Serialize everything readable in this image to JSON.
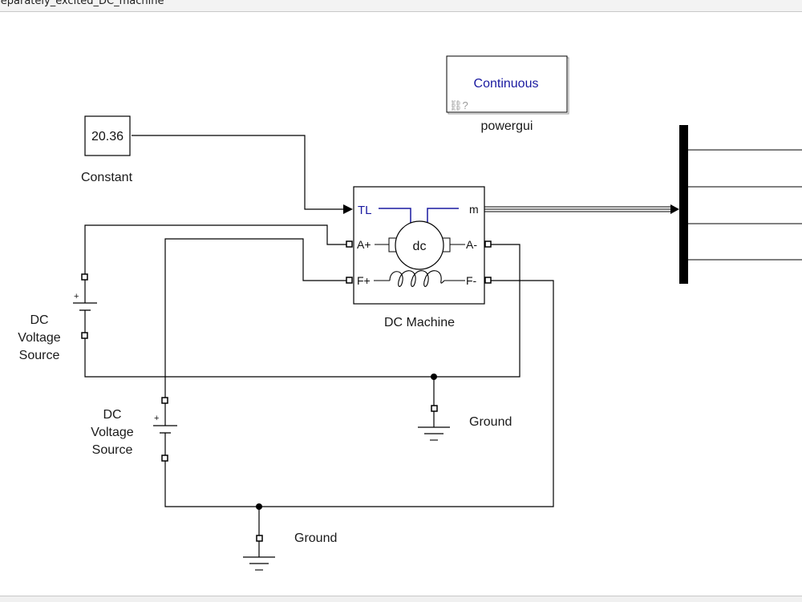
{
  "window": {
    "title": "separately_excited_DC_machine"
  },
  "blocks": {
    "constant": {
      "value": "20.36",
      "name": "Constant"
    },
    "powergui": {
      "mode": "Continuous",
      "name": "powergui",
      "link_glyph": "link-broken-icon"
    },
    "dc_machine": {
      "name": "DC Machine",
      "ports": {
        "tl": "TL",
        "m": "m",
        "a_plus": "A+",
        "a_minus": "A-",
        "f_plus": "F+",
        "f_minus": "F-"
      },
      "motor_label": "dc"
    },
    "dc_source_1": {
      "name_line1": "DC",
      "name_line2": "Voltage",
      "name_line3": "Source",
      "plus": "+"
    },
    "dc_source_2": {
      "name_line1": "DC",
      "name_line2": "Voltage",
      "name_line3": "Source",
      "plus": "+"
    },
    "ground_1": {
      "name": "Ground"
    },
    "ground_2": {
      "name": "Ground"
    },
    "demux": {
      "outputs": 4
    }
  },
  "colors": {
    "port_text": "#0000aa",
    "line": "#000000",
    "accent": "#1a1aa0"
  }
}
